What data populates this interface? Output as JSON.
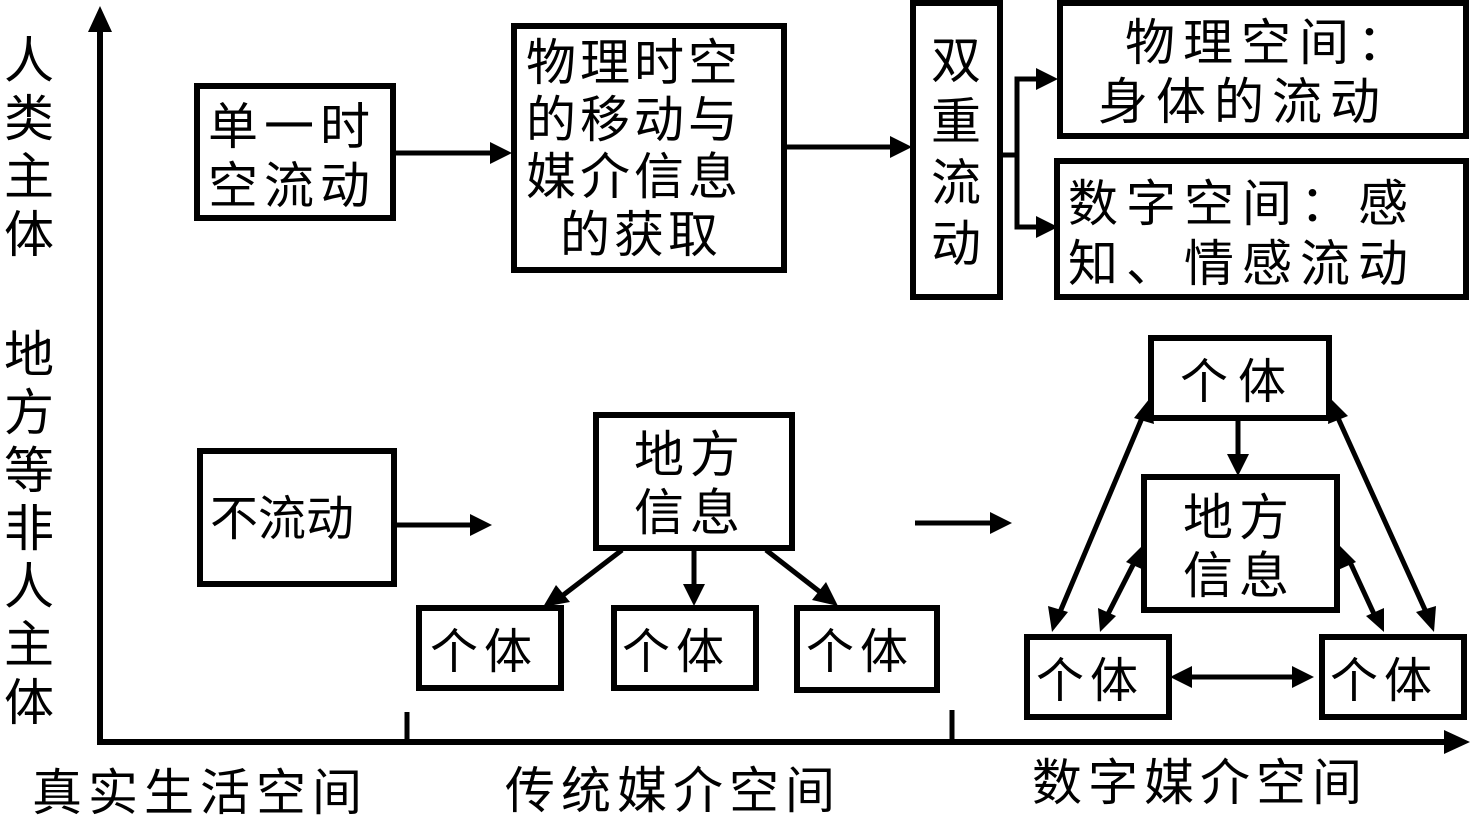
{
  "colors": {
    "stroke": "#000000",
    "background": "#ffffff"
  },
  "axes": {
    "y_top_label": [
      "人",
      "类",
      "主",
      "体"
    ],
    "y_bottom_label": [
      "地",
      "方",
      "等",
      "非",
      "人",
      "主",
      "体"
    ],
    "x_sections": [
      "真实生活空间",
      "传统媒介空间",
      "数字媒介空间"
    ]
  },
  "human_row": {
    "single_flow": [
      "单一时",
      "空流动"
    ],
    "physical_media": [
      "物理时空",
      "的移动与",
      "媒介信息",
      "的获取"
    ],
    "dual_flow": [
      "双",
      "重",
      "流",
      "动"
    ],
    "physical_space": [
      "物理空间：",
      "身体的流动"
    ],
    "digital_space": [
      "数字空间：感",
      "知、情感流动"
    ]
  },
  "place_row": {
    "no_flow": "不流动",
    "traditional": {
      "hub": [
        "地方",
        "信息"
      ],
      "individuals": [
        "个体",
        "个体",
        "个体"
      ]
    },
    "digital": {
      "hub": [
        "地方",
        "信息"
      ],
      "top": "个体",
      "left": "个体",
      "right": "个体"
    }
  }
}
